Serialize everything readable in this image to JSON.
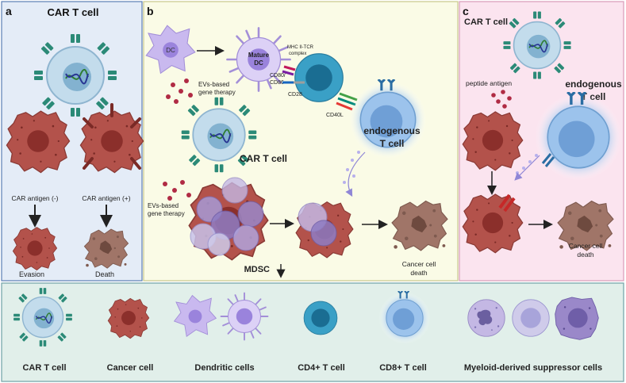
{
  "colors": {
    "panel_a_bg": "#e4ecf7",
    "panel_b_bg": "#fafbe6",
    "panel_c_bg": "#fbe4ef",
    "legend_bg": "#e1efea",
    "cancer_cell": "#b3524b",
    "dead_cell": "#a07568",
    "car_t_cell": "#c3dcec",
    "dendritic_cell": "#c9b9ef",
    "cd4_t_cell": "#3aa0c6",
    "cd8_t_cell": "#9cc3ec",
    "mdsc": "#9a88c9",
    "car_receptor": "#2b8a77"
  },
  "panel_a": {
    "letter": "a",
    "title": "CAR T cell",
    "antigen_negative": "CAR antigen (-)",
    "antigen_positive": "CAR antigen (+)",
    "outcome_left": "Evasion",
    "outcome_right": "Death"
  },
  "panel_b": {
    "letter": "b",
    "dc": "DC",
    "mature_dc_line1": "Mature",
    "mature_dc_line2": "DC",
    "mhc_line1": "MHC II-TCR",
    "mhc_line2": "complex",
    "cd80_line1": "CD80/",
    "cd80_line2": "CD86",
    "cd28": "CD28",
    "cd40l": "CD40L",
    "evs_top_line1": "EVs-based",
    "evs_top_line2": "gene therapy",
    "car_t_cell": "CAR T cell",
    "endogenous_line1": "endogenous",
    "endogenous_line2": "T cell",
    "evs_bottom_line1": "EVs-based",
    "evs_bottom_line2": "gene therapy",
    "mdsc": "MDSC",
    "cancer_death_line1": "Cancer cell",
    "cancer_death_line2": "death"
  },
  "panel_c": {
    "letter": "c",
    "car_t_cell": "CAR T cell",
    "peptide": "peptide antigen",
    "endogenous_line1": "endogenous",
    "endogenous_line2": "T cell",
    "cancer_death_line1": "Cancer cell",
    "cancer_death_line2": "death"
  },
  "legend": {
    "items": [
      "CAR T cell",
      "Cancer cell",
      "Dendritic cells",
      "CD4+ T cell",
      "CD8+ T cell",
      "Myeloid-derived suppressor cells"
    ]
  }
}
